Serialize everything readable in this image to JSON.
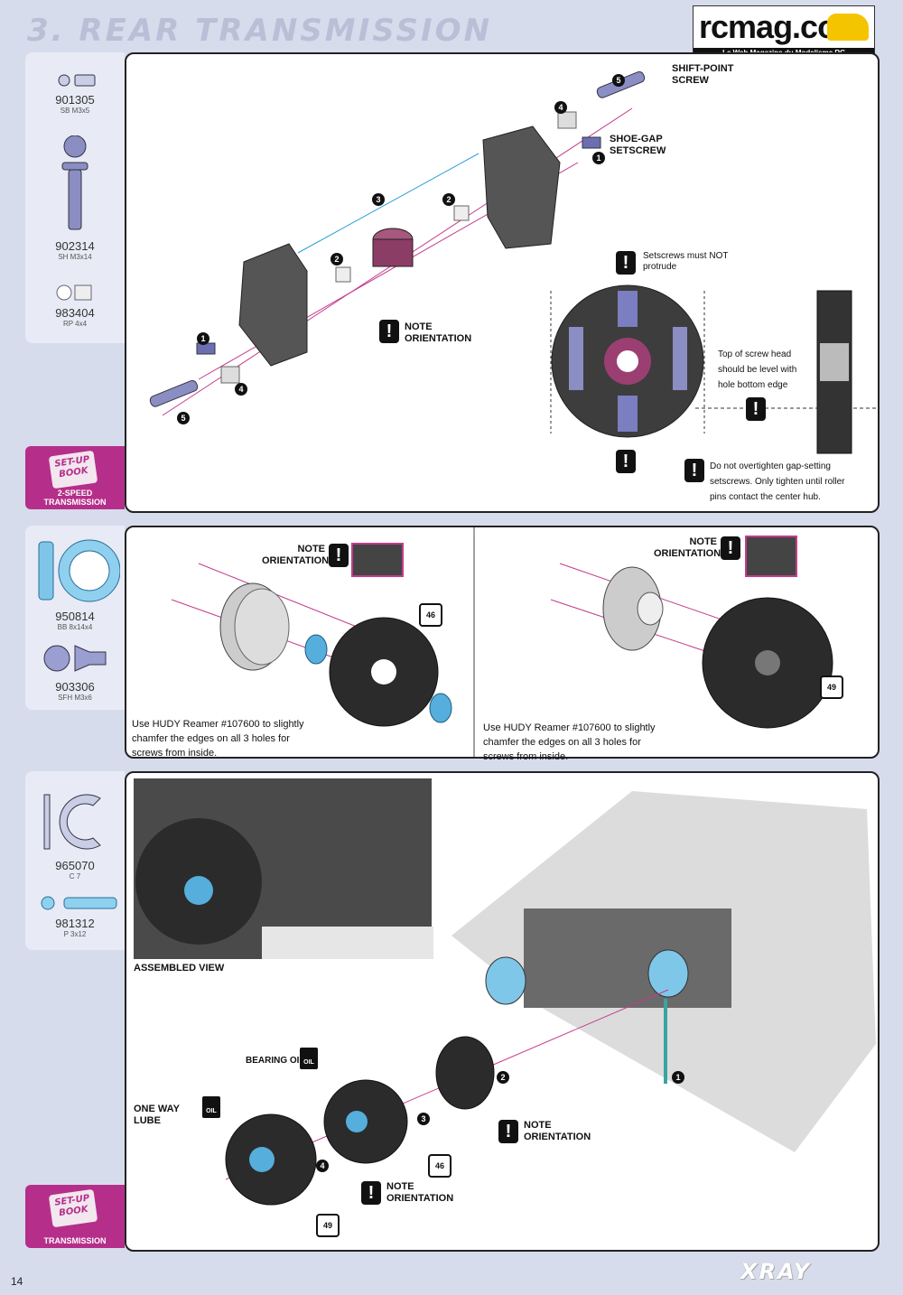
{
  "header": {
    "title": "3. REAR TRANSMISSION"
  },
  "logo": {
    "word": "rcmag.com",
    "tagline": "Le Web Magazine du Modelisme RC"
  },
  "section1": {
    "parts": [
      {
        "num": "901305",
        "desc": "SB M3x5"
      },
      {
        "num": "902314",
        "desc": "SH M3x14"
      },
      {
        "num": "983404",
        "desc": "RP 4x4"
      }
    ],
    "badge": "2-SPEED TRANSMISSION",
    "book_text": "SET-UP BOOK",
    "labels": {
      "shift_point": "SHIFT-POINT SCREW",
      "shoe_gap": "SHOE-GAP SETSCREW",
      "note": "NOTE ORIENTATION",
      "setscrews": "Setscrews must NOT protrude",
      "top_screw": "Top of screw head should be level with hole bottom edge",
      "overtighten": "Do not overtighten gap-setting setscrews. Only tighten until roller pins contact the center hub."
    },
    "steps": [
      "1",
      "2",
      "3",
      "4",
      "5"
    ]
  },
  "section2": {
    "parts": [
      {
        "num": "950814",
        "desc": "BB 8x14x4"
      },
      {
        "num": "903306",
        "desc": "SFH M3x6"
      }
    ],
    "left_note": "NOTE ORIENTATION",
    "right_note": "NOTE ORIENTATION",
    "reamer_left": "Use HUDY Reamer #107600 to slightly chamfer the edges on all 3 holes for screws from inside.",
    "reamer_right": "Use HUDY Reamer #107600 to slightly chamfer the edges on all 3 holes for screws from inside.",
    "gear46": "46",
    "gear49": "49"
  },
  "section3": {
    "parts": [
      {
        "num": "965070",
        "desc": "C 7"
      },
      {
        "num": "981312",
        "desc": "P 3x12"
      }
    ],
    "assembled": "ASSEMBLED VIEW",
    "bearing_oil": "BEARING OIL",
    "one_way": "ONE WAY LUBE",
    "note1": "NOTE ORIENTATION",
    "note2": "NOTE ORIENTATION",
    "oil": "OIL",
    "badge": "TRANSMISSION",
    "book_text": "SET-UP BOOK",
    "gear46": "46",
    "gear49": "49",
    "steps": [
      "1",
      "2",
      "3",
      "4"
    ]
  },
  "footer": {
    "page": "14",
    "brand": "XRAY"
  }
}
